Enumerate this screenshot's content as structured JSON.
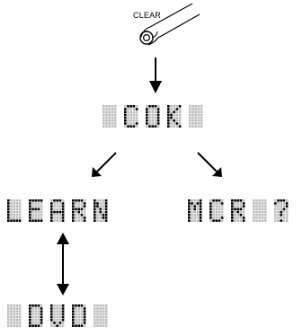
{
  "button": {
    "label": "CLEAR",
    "icon": "finger-press-icon"
  },
  "displays": [
    {
      "id": "display-cok",
      "segments": [
        " ",
        "C",
        "O",
        "K",
        " "
      ]
    },
    {
      "id": "display-learn",
      "segments": [
        "L",
        "E",
        "A",
        "R",
        "N"
      ]
    },
    {
      "id": "display-mcr",
      "segments": [
        "M",
        "C",
        "R",
        " ",
        "?"
      ]
    },
    {
      "id": "display-dvd",
      "segments": [
        " ",
        "D",
        "V",
        "D",
        " "
      ]
    }
  ],
  "colors": {
    "dot_on": "#000000",
    "dot_off": "#bdbdbd",
    "line": "#000000"
  },
  "icons": [
    "arrow-down-icon",
    "arrow-down-left-icon",
    "arrow-down-right-icon",
    "double-arrow-vertical-icon"
  ]
}
